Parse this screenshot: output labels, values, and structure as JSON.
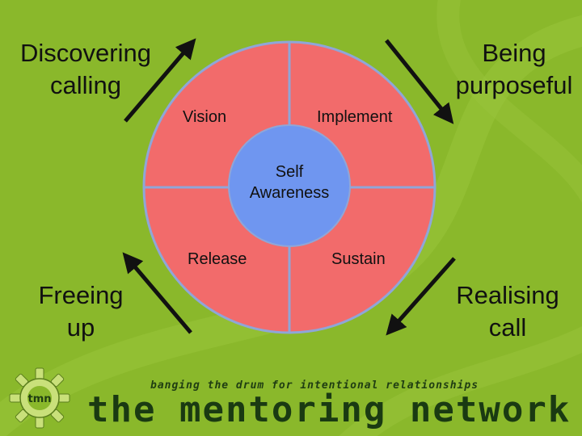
{
  "corners": {
    "top_left": "Discovering\ncalling",
    "top_right": "Being\npurposeful",
    "bottom_left": "Freeing\nup",
    "bottom_right": "Realising\ncall"
  },
  "segments": {
    "top_left": "Vision",
    "top_right": "Implement",
    "bottom_left": "Release",
    "bottom_right": "Sustain"
  },
  "center": "Self\nAwareness",
  "footer": {
    "tagline": "banging the drum for intentional relationships",
    "brand": "the mentoring network",
    "logo_text": "tmn"
  },
  "colors": {
    "background": "#8ab82b",
    "ring": "#f26b6b",
    "center": "#6f96f0",
    "outline": "#8fa6d8",
    "arrow": "#111111"
  }
}
